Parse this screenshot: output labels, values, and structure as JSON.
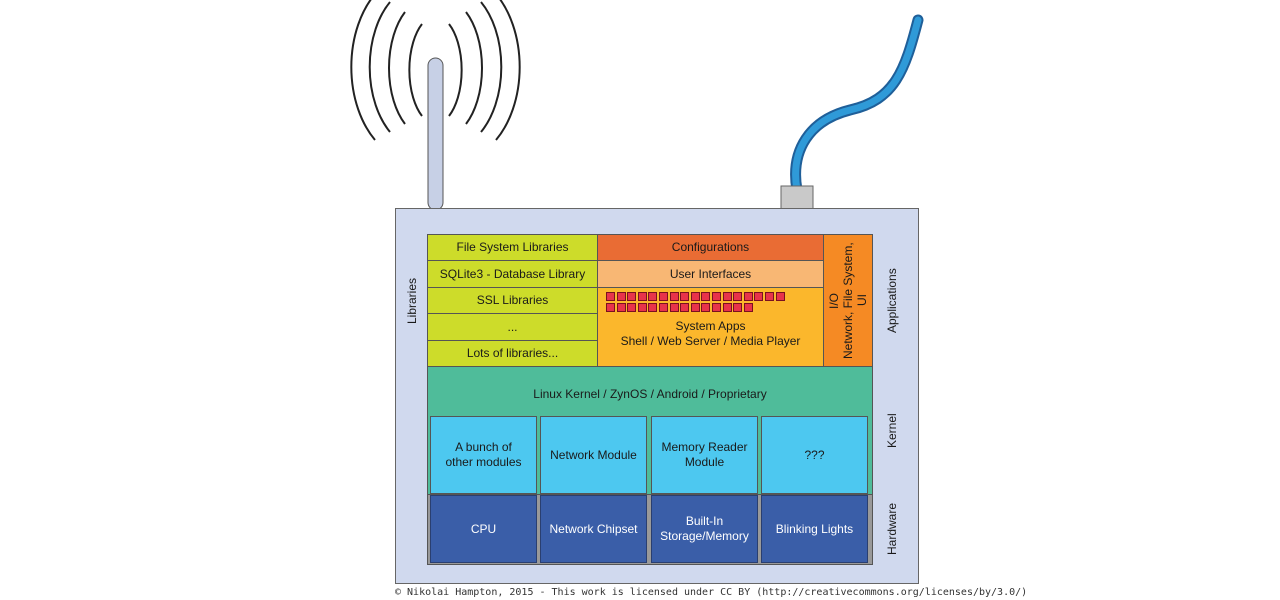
{
  "side_labels": {
    "libraries": "Libraries",
    "applications": "Applications",
    "kernel": "Kernel",
    "hardware": "Hardware"
  },
  "libraries": [
    "File System Libraries",
    "SQLite3 - Database Library",
    "SSL Libraries",
    "...",
    "Lots of libraries..."
  ],
  "apps": {
    "configurations": "Configurations",
    "user_interfaces": "User Interfaces",
    "system_apps": "System Apps\nShell / Web Server / Media Player",
    "io": "I/O\nNetwork, File System, UI",
    "process_blocks_count": 31
  },
  "kernel": {
    "title": "Linux Kernel / ZynOS / Android / Proprietary",
    "modules": [
      "A bunch of\nother modules",
      "Network Module",
      "Memory Reader\nModule",
      "???"
    ]
  },
  "hardware": [
    "CPU",
    "Network Chipset",
    "Built-In\nStorage/Memory",
    "Blinking Lights"
  ],
  "credit": "© Nikolai Hampton, 2015 - This work is licensed under CC BY (http://creativecommons.org/licenses/by/3.0/)",
  "colors": {
    "device": "#d0d9ee",
    "libraries": "#cddc2a",
    "configurations": "#e96c34",
    "user_interfaces": "#f8b774",
    "system_apps": "#fbb72c",
    "io": "#f58a24",
    "kernel": "#4fbc9a",
    "kernel_module": "#4dc8f0",
    "hardware": "#3a5ea8",
    "cable": "#2f9ad8"
  }
}
